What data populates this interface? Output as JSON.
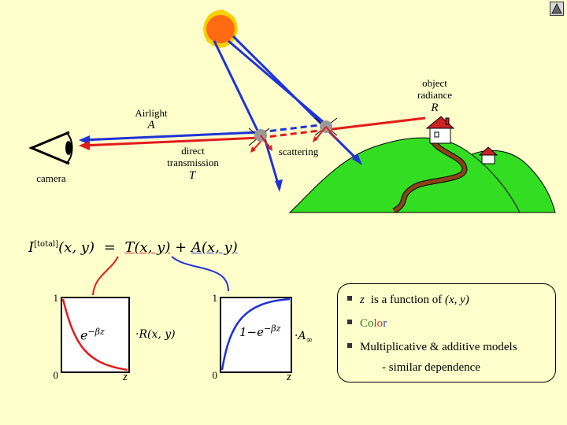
{
  "labels": {
    "object_radiance": "object radiance",
    "object_radiance_symbol": "R",
    "airlight": "Airlight",
    "airlight_symbol": "A",
    "direct_transmission": "direct transmission",
    "transmission_symbol": "T",
    "scattering": "scattering",
    "camera": "camera"
  },
  "equation": {
    "lhs": "I",
    "lhs_sup": "[total]",
    "args": "(x, y)",
    "eq": "=",
    "t_term": "T(x, y)",
    "plus": "+",
    "a_term": "A(x, y)"
  },
  "left_plot": {
    "y_top": "1",
    "y_bottom": "0",
    "x_label": "z",
    "formula_base": "e",
    "formula_exp": "−βz",
    "multiplier": "·R(x, y)"
  },
  "right_plot": {
    "y_top": "1",
    "y_bottom": "0",
    "x_label": "z",
    "formula_base": "1−e",
    "formula_exp": "−βz",
    "multiplier": "·A",
    "multiplier_sub": "∞"
  },
  "bullets": {
    "b1_var": "z",
    "b1_text": "is a function of",
    "b1_args": "(x, y)",
    "b2_part1": "Co",
    "b2_part2": "lo",
    "b2_part3": "r",
    "b3": "Multiplicative & additive models",
    "b3_sub": "- similar dependence"
  },
  "colors": {
    "background": "#ffffcc",
    "sun": "#ff6a13",
    "sun_rim": "#f5d000",
    "ray_blue": "#1f33d6",
    "ray_red": "#e21b1b",
    "hill": "#33dd22",
    "road": "#8b4513",
    "curve_red": "#e21b1b",
    "curve_blue": "#1f33d6"
  },
  "icons": [
    "sun-icon",
    "eye-camera-icon",
    "house-icon",
    "scatter-particle-icon",
    "nav-triangle-icon"
  ]
}
